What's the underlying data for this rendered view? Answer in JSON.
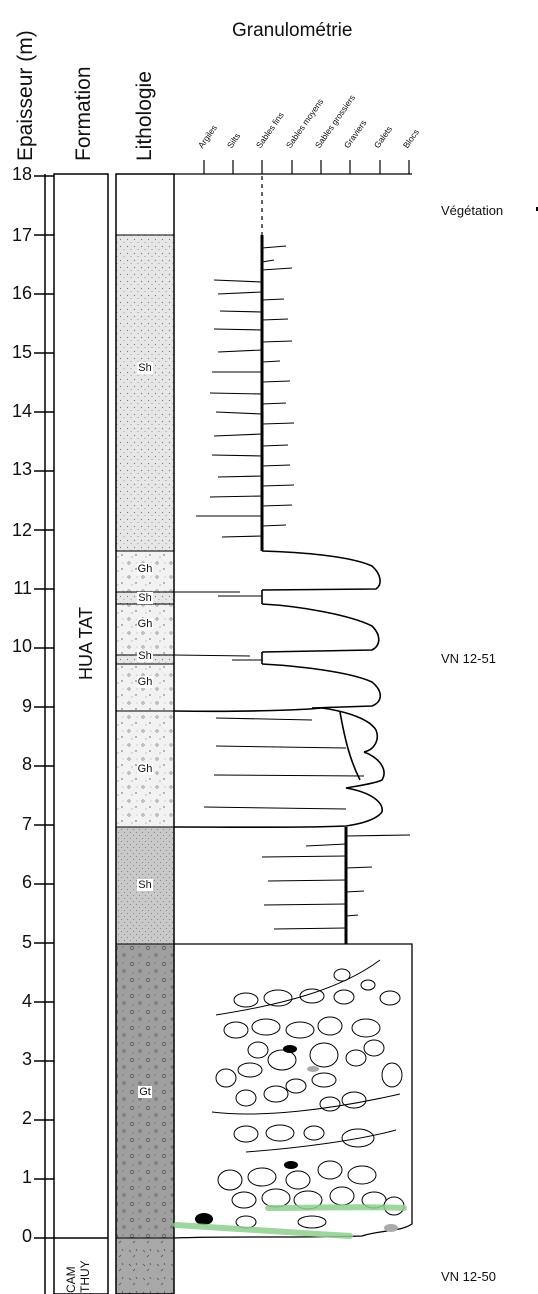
{
  "headers": {
    "thickness": "Epaisseur (m)",
    "formation": "Formation",
    "lithology": "Lithologie",
    "grain_size": "Granulométrie"
  },
  "grain_size_classes": [
    "Argiles",
    "Silts",
    "Sables fins",
    "Sables moyens",
    "Sables grossiers",
    "Graviers",
    "Galets",
    "Blocs"
  ],
  "depth_ticks": [
    "18",
    "17",
    "16",
    "15",
    "14",
    "13",
    "12",
    "11",
    "10",
    "9",
    "8",
    "7",
    "6",
    "5",
    "4",
    "3",
    "2",
    "1",
    "0"
  ],
  "formations": {
    "main": "HUA TAT",
    "base_line1": "CAM",
    "base_line2": "THUY"
  },
  "lithology_units": [
    {
      "code": "Sh",
      "from_m": 11.7,
      "to_m": 17.0,
      "label_at_m": 14.5
    },
    {
      "code": "Gh",
      "from_m": 11.0,
      "to_m": 11.7,
      "label_at_m": 11.35
    },
    {
      "code": "Sh",
      "from_m": 10.8,
      "to_m": 11.0,
      "label_at_m": 10.9
    },
    {
      "code": "Gh",
      "from_m": 9.95,
      "to_m": 10.8,
      "label_at_m": 10.4
    },
    {
      "code": "Sh",
      "from_m": 9.8,
      "to_m": 9.95,
      "label_at_m": 9.9
    },
    {
      "code": "Gh",
      "from_m": 9.0,
      "to_m": 9.8,
      "label_at_m": 9.4
    },
    {
      "code": "Gh",
      "from_m": 7.0,
      "to_m": 9.0,
      "label_at_m": 8.0
    },
    {
      "code": "Sh",
      "from_m": 5.0,
      "to_m": 7.0,
      "label_at_m": 6.0
    },
    {
      "code": "Gt",
      "from_m": 0.0,
      "to_m": 5.0,
      "label_at_m": 2.5
    }
  ],
  "annotations": {
    "top": "Végétation",
    "middle": "VN 12-51",
    "bottom": "VN 12-50"
  }
}
